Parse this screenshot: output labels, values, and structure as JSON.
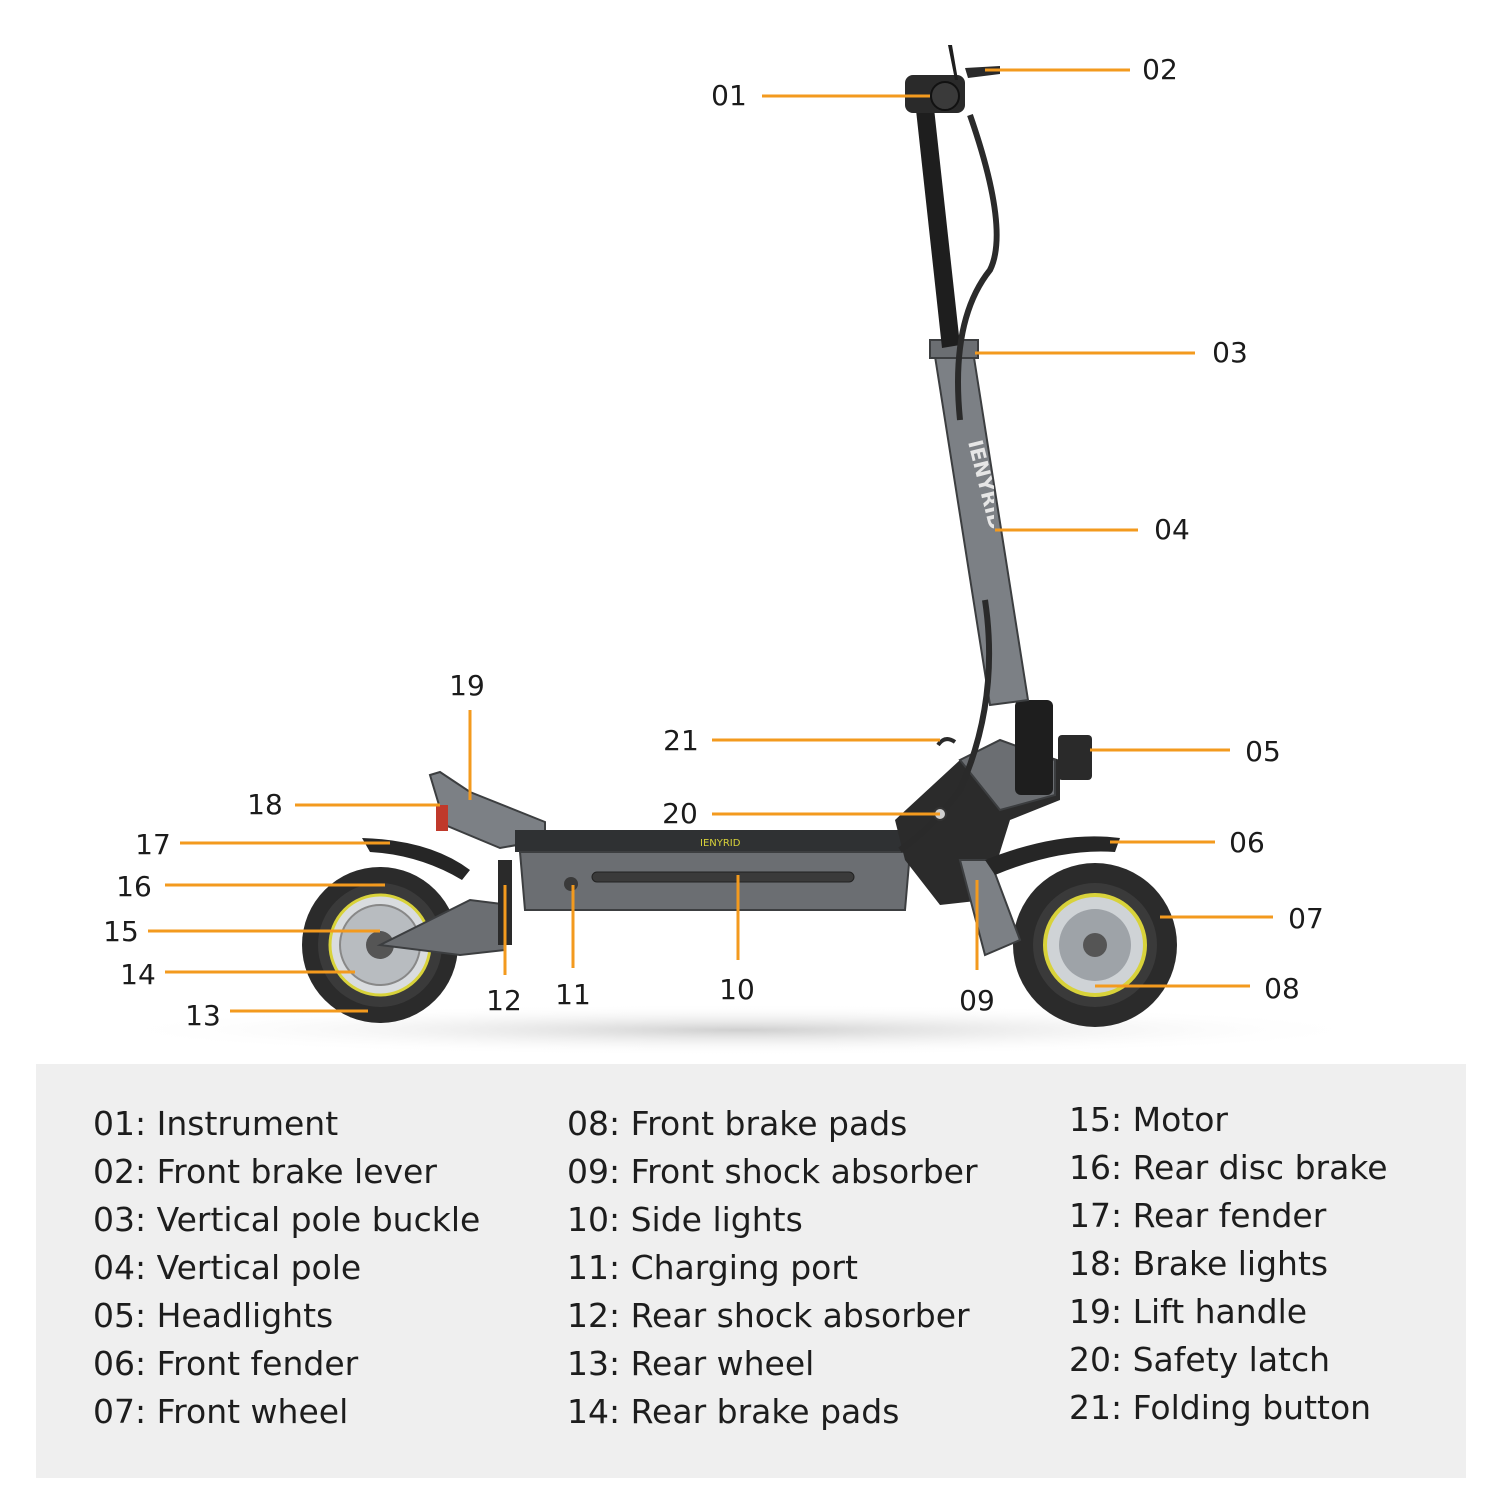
{
  "logo_text": "IENYRID",
  "deck_text": "IENYRID",
  "colors": {
    "leader": "#f39a1e",
    "legend_bg": "#efefef",
    "body_gray": "#6b6e72",
    "dark": "#2a2a2a",
    "rim": "#d8d23a"
  },
  "callouts": [
    "01",
    "02",
    "03",
    "04",
    "05",
    "06",
    "07",
    "08",
    "09",
    "10",
    "11",
    "12",
    "13",
    "14",
    "15",
    "16",
    "17",
    "18",
    "19",
    "20",
    "21"
  ],
  "legend": {
    "col1": [
      "01: Instrument",
      "02: Front brake lever",
      "03: Vertical pole buckle",
      "04: Vertical pole",
      "05: Headlights",
      "06: Front fender",
      "07: Front wheel"
    ],
    "col2": [
      "08: Front brake pads",
      "09: Front shock absorber",
      "10: Side lights",
      "11: Charging port",
      "12: Rear shock absorber",
      "13: Rear wheel",
      "14: Rear brake pads"
    ],
    "col3": [
      "15: Motor",
      "16: Rear disc brake",
      "17: Rear fender",
      "18: Brake lights",
      "19: Lift handle",
      "20: Safety latch",
      "21: Folding button"
    ]
  }
}
